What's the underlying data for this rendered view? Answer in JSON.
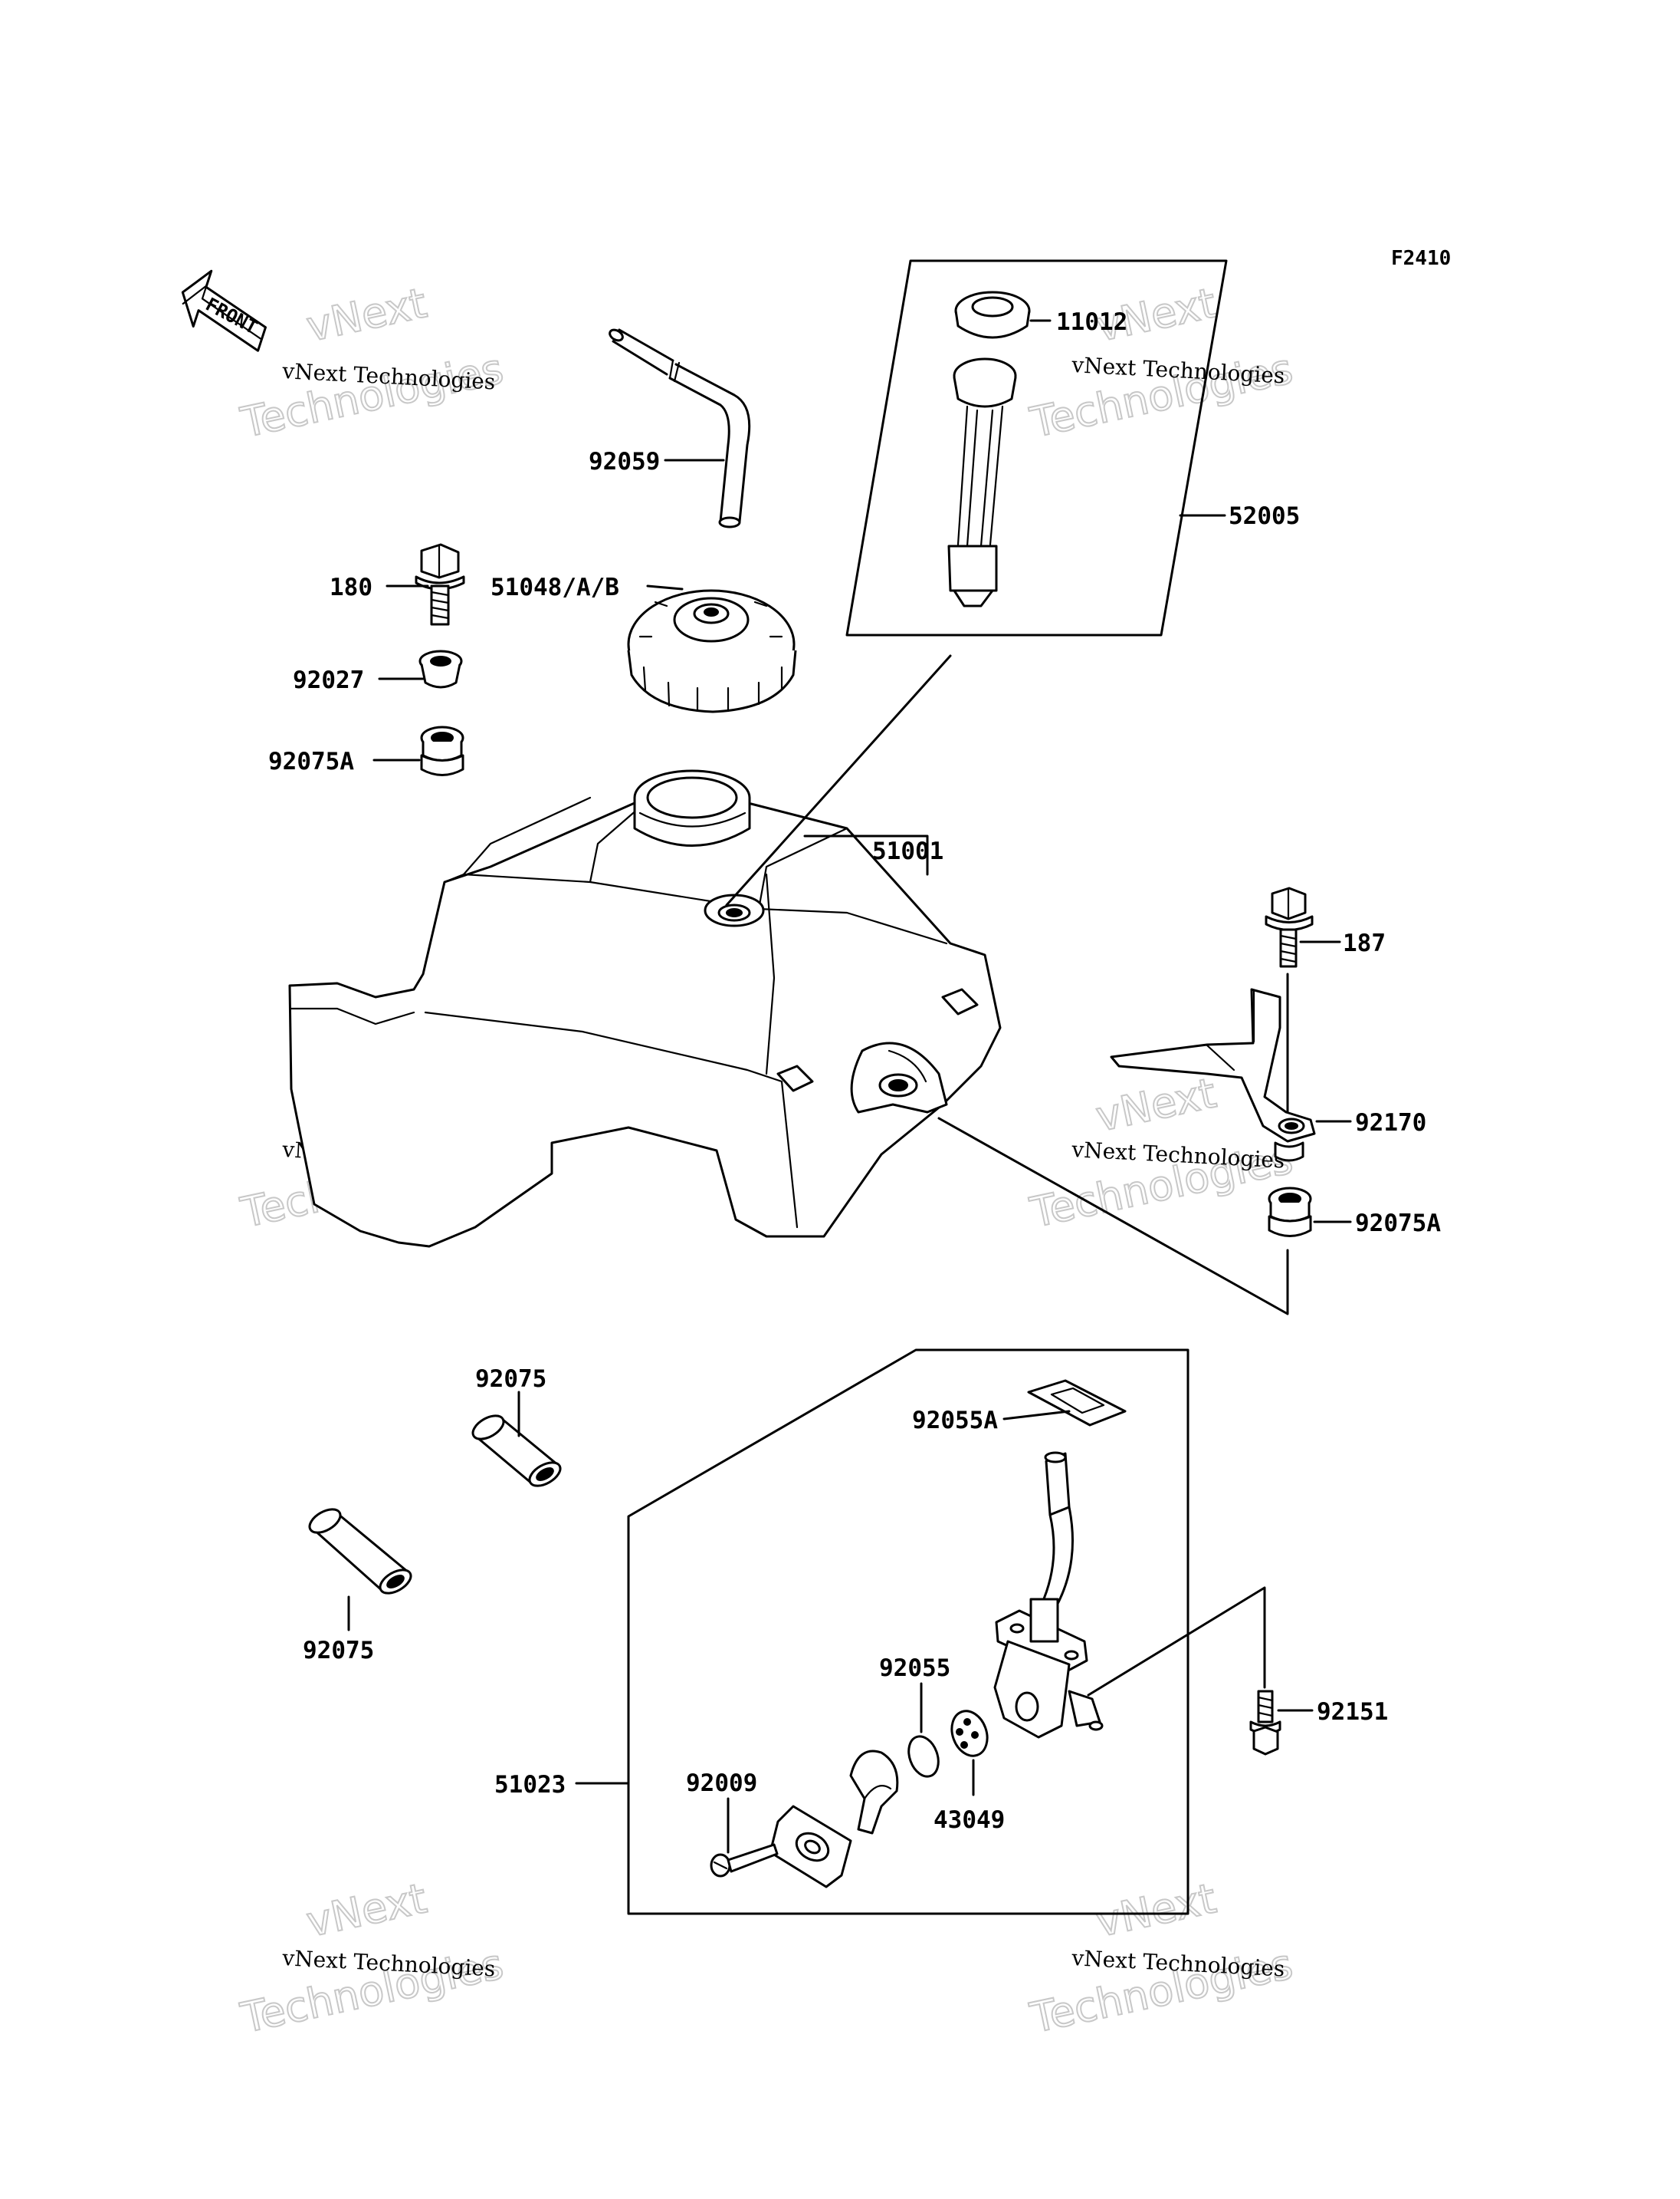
{
  "diagram_code": "F2410",
  "front_label": "FRONT",
  "watermark": {
    "line1": "vNext Technologies",
    "line2": "vNext",
    "line3": "Technologies"
  },
  "labels": {
    "p11012": "11012",
    "p52005": "52005",
    "p92059": "92059",
    "p180": "180",
    "p51048": "51048/A/B",
    "p92027": "92027",
    "p92075A_left": "92075A",
    "p51001": "51001",
    "p187": "187",
    "p92170": "92170",
    "p92075A_right": "92075A",
    "p92075_top": "92075",
    "p92075_bottom": "92075",
    "p92055A": "92055A",
    "p92055": "92055",
    "p92009": "92009",
    "p51023": "51023",
    "p43049": "43049",
    "p92151": "92151"
  }
}
